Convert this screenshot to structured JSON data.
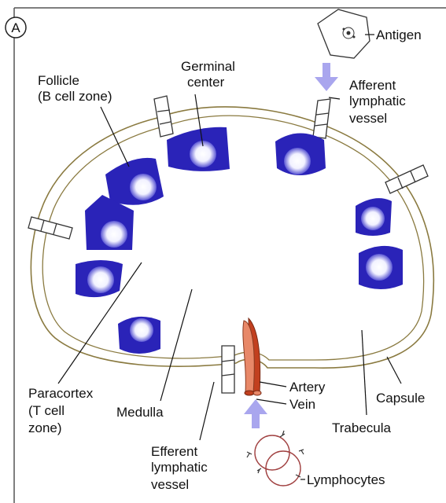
{
  "panel_letter": "A",
  "labels": {
    "antigen": "Antigen",
    "afferent": [
      "Afferent",
      "lymphatic",
      "vessel"
    ],
    "germinal": [
      "Germinal",
      "center"
    ],
    "follicle": [
      "Follicle",
      "(B cell zone)"
    ],
    "paracortex": [
      "Paracortex",
      "(T cell",
      "zone)"
    ],
    "medulla": "Medulla",
    "efferent": [
      "Efferent",
      "lymphatic",
      "vessel"
    ],
    "artery": "Artery",
    "vein": "Vein",
    "capsule": "Capsule",
    "trabecula": "Trabecula",
    "lymphocytes": "Lymphocytes"
  },
  "colors": {
    "follicle": "#2a23b8",
    "germinal_center": "#ffffff",
    "capsule_line": "#8a7a40",
    "artery": "#e88868",
    "vein": "#c2401f",
    "arrow": "#a9a6ee",
    "frame": "#555555"
  }
}
